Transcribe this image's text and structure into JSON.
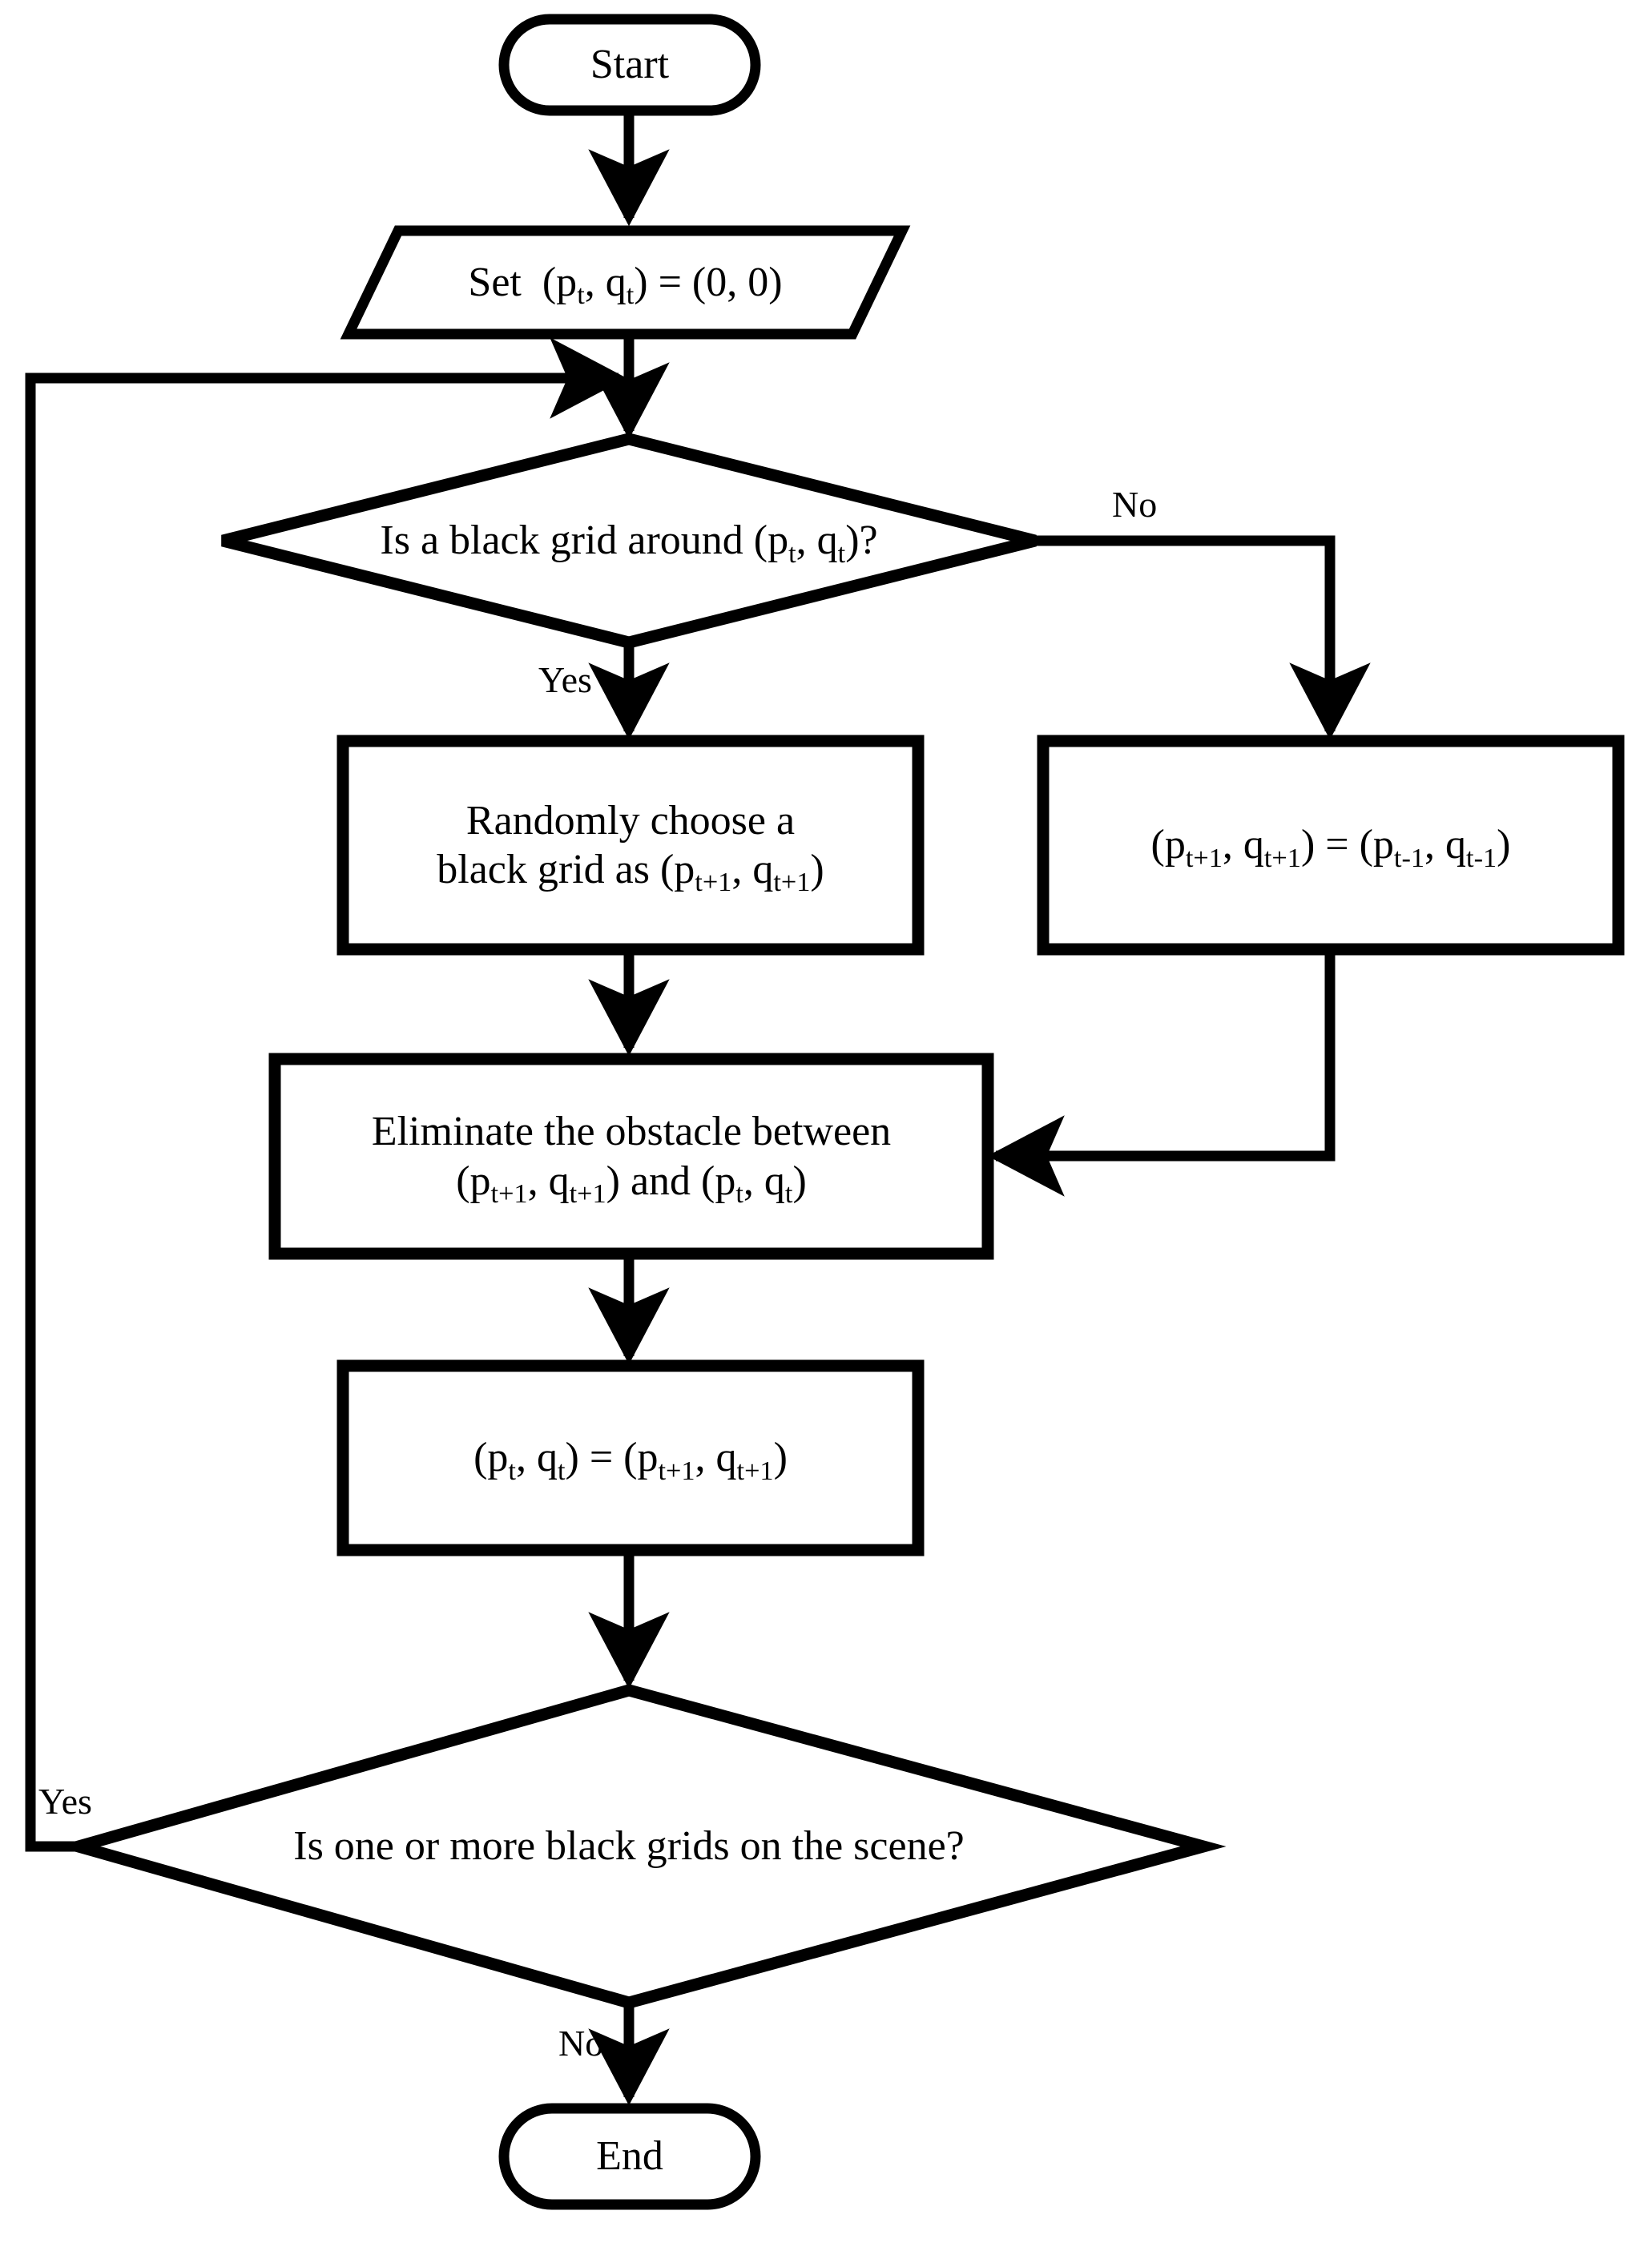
{
  "diagram": {
    "title": "Maze generation flowchart",
    "background_color": "#ffffff",
    "stroke_color": "#000000",
    "fill_color": "#ffffff"
  },
  "nodes": {
    "start": {
      "type": "terminator",
      "label": "Start"
    },
    "init": {
      "type": "input-output",
      "label": "Set  (pt, qt) = (0, 0)"
    },
    "decision_black_grid_around": {
      "type": "decision",
      "label": "Is a black grid around (pt, qt)?"
    },
    "choose_black_grid": {
      "type": "process",
      "label": "Randomly choose a\nblack grid as (pt+1, qt+1)"
    },
    "backtrack": {
      "type": "process",
      "label": "(pt+1, qt+1) = (pt-1, qt-1)"
    },
    "eliminate_obstacle": {
      "type": "process",
      "label": "Eliminate the obstacle between\n(pt+1, qt+1) and (pt, qt)"
    },
    "assign_current": {
      "type": "process",
      "label": "(pt, qt) = (pt+1, qt+1)"
    },
    "decision_black_grids_on_scene": {
      "type": "decision",
      "label": "Is one or more black grids on the scene?"
    },
    "end": {
      "type": "terminator",
      "label": "End"
    }
  },
  "edge_labels": {
    "decision1_yes": "Yes",
    "decision1_no": "No",
    "decision2_yes": "Yes",
    "decision2_no": "No"
  },
  "chart_data": {
    "type": "diagram",
    "subtype": "flowchart",
    "orientation": "top-to-bottom",
    "nodes": [
      {
        "id": "start",
        "shape": "terminator",
        "text": "Start"
      },
      {
        "id": "init",
        "shape": "parallelogram",
        "text": "Set  (pt, qt) = (0, 0)"
      },
      {
        "id": "d1",
        "shape": "diamond",
        "text": "Is a black grid around (pt, qt)?"
      },
      {
        "id": "choose",
        "shape": "rectangle",
        "text": "Randomly choose a black grid as (pt+1, qt+1)"
      },
      {
        "id": "backtrack",
        "shape": "rectangle",
        "text": "(pt+1, qt+1) = (pt-1, qt-1)"
      },
      {
        "id": "eliminate",
        "shape": "rectangle",
        "text": "Eliminate the obstacle between (pt+1, qt+1) and (pt, qt)"
      },
      {
        "id": "assign",
        "shape": "rectangle",
        "text": "(pt, qt) = (pt+1, qt+1)"
      },
      {
        "id": "d2",
        "shape": "diamond",
        "text": "Is one or more black grids on the scene?"
      },
      {
        "id": "end",
        "shape": "terminator",
        "text": "End"
      }
    ],
    "edges": [
      {
        "from": "start",
        "to": "init",
        "label": ""
      },
      {
        "from": "init",
        "to": "d1",
        "label": ""
      },
      {
        "from": "d1",
        "to": "choose",
        "label": "Yes"
      },
      {
        "from": "d1",
        "to": "backtrack",
        "label": "No"
      },
      {
        "from": "choose",
        "to": "eliminate",
        "label": ""
      },
      {
        "from": "backtrack",
        "to": "eliminate",
        "label": ""
      },
      {
        "from": "eliminate",
        "to": "assign",
        "label": ""
      },
      {
        "from": "assign",
        "to": "d2",
        "label": ""
      },
      {
        "from": "d2",
        "to": "d1",
        "label": "Yes"
      },
      {
        "from": "d2",
        "to": "end",
        "label": "No"
      }
    ]
  }
}
